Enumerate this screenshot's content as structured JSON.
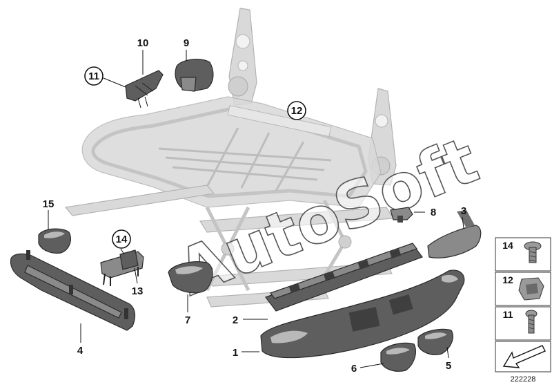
{
  "diagram": {
    "labels": [
      "1",
      "2",
      "3",
      "4",
      "5",
      "6",
      "7",
      "8",
      "9",
      "10",
      "11",
      "12",
      "13",
      "14",
      "15"
    ],
    "side_panel": [
      "14",
      "12",
      "11"
    ],
    "watermark": "AutoSoft",
    "reference_number": "222228",
    "colors": {
      "frame": "#d9d9d9",
      "part": "#5e5e5e",
      "text": "#111111",
      "watermark_outline": "#555555"
    }
  }
}
